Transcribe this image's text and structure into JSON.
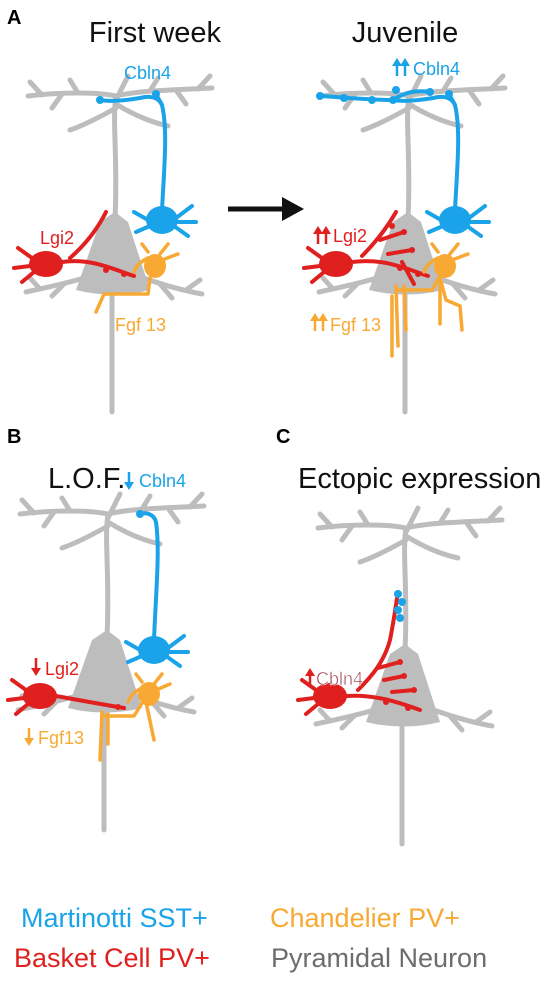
{
  "panels": {
    "a": {
      "letter": "A",
      "title_first": "First week",
      "title_juvenile": "Juvenile"
    },
    "b": {
      "letter": "B",
      "title": "L.O.F."
    },
    "c": {
      "letter": "C",
      "title": "Ectopic expression"
    }
  },
  "labels": {
    "a1": {
      "cbln4": "Cbln4",
      "lgi2": "Lgi2",
      "fgf": "Fgf 13"
    },
    "a2": {
      "cbln4": "Cbln4",
      "lgi2": "Lgi2",
      "fgf": "Fgf 13"
    },
    "b": {
      "cbln4": "Cbln4",
      "lgi2": "Lgi2",
      "fgf": "Fgf13"
    },
    "c": {
      "cbln4": "Cbln4"
    }
  },
  "legend": {
    "martinotti": "Martinotti SST+",
    "chandelier": "Chandelier PV+",
    "basket": "Basket Cell PV+",
    "pyramidal": "Pyramidal Neuron"
  },
  "colors": {
    "pyramidal": "#bdbdbd",
    "martinotti": "#1aa3e8",
    "basket": "#e0201f",
    "chandelier": "#f7a933",
    "arrow": "#111111",
    "ectopic_label": "#9b3a4a",
    "legend_gray": "#6d6d6d"
  }
}
